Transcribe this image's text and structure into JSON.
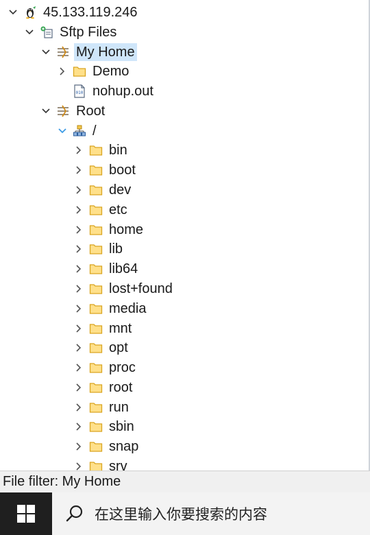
{
  "tree": {
    "root": {
      "label": "45.133.119.246",
      "icon": "linux-penguin-icon"
    },
    "sftp": {
      "label": "Sftp Files",
      "icon": "sftp-files-icon"
    },
    "my_home": {
      "label": "My Home",
      "icon": "filter-icon",
      "selected": true
    },
    "demo": {
      "label": "Demo",
      "icon": "folder-icon"
    },
    "nohup": {
      "label": "nohup.out",
      "icon": "binary-file-icon"
    },
    "root_filter": {
      "label": "Root",
      "icon": "filter-icon"
    },
    "slash": {
      "label": "/",
      "icon": "root-directory-icon"
    },
    "folders": [
      "bin",
      "boot",
      "dev",
      "etc",
      "home",
      "lib",
      "lib64",
      "lost+found",
      "media",
      "mnt",
      "opt",
      "proc",
      "root",
      "run",
      "sbin",
      "snap",
      "srv"
    ]
  },
  "status": {
    "text": "File filter: My Home"
  },
  "taskbar": {
    "start_icon": "windows-logo-icon",
    "search_icon": "search-icon",
    "search_placeholder": "在这里输入你要搜索的内容"
  },
  "colors": {
    "selection": "#cfe6fa",
    "folder_fill": "#ffe08a",
    "folder_stroke": "#d9a520",
    "chevron_active": "#3c9be6",
    "taskbar": "#1f1f1f",
    "status_bg": "#f0f0f0"
  }
}
